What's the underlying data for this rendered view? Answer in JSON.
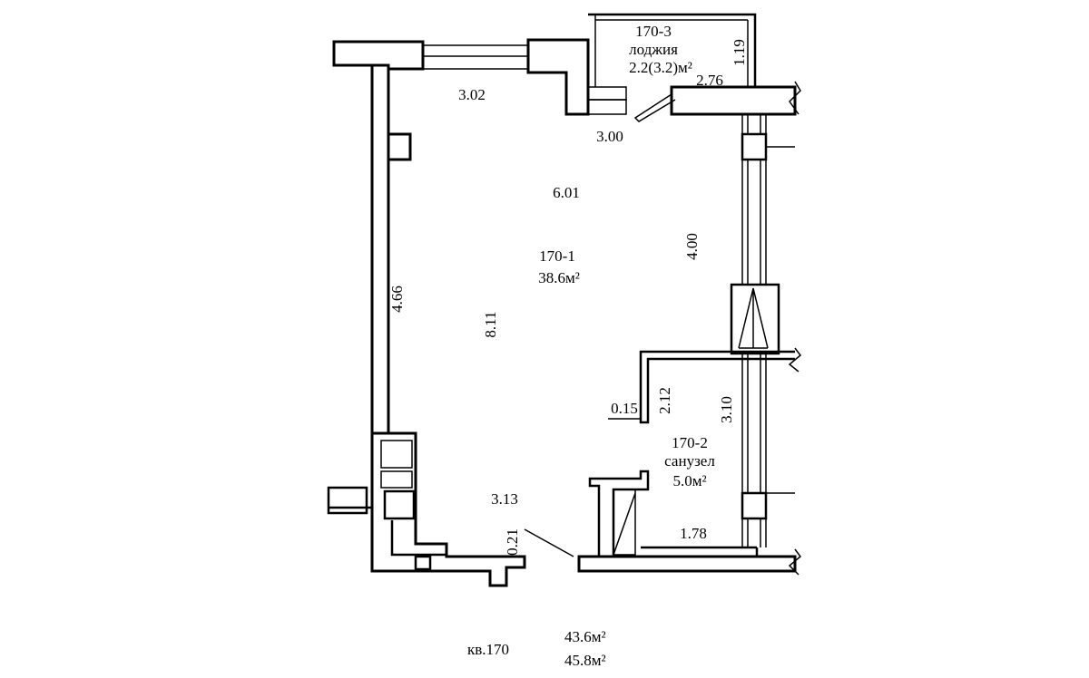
{
  "rooms": {
    "main": {
      "id": "170-1",
      "area": "38.6м²"
    },
    "bath": {
      "id": "170-2",
      "name": "санузел",
      "area": "5.0м²"
    },
    "loggia": {
      "id": "170-3",
      "name": "лоджия",
      "area": "2.2(3.2)м²"
    }
  },
  "dimensions": {
    "top_window": "3.02",
    "top_inner": "3.00",
    "room_depth": "6.01",
    "right_wall": "4.00",
    "left_wall": "4.66",
    "room_length": "8.11",
    "bottom_width": "3.13",
    "bottom_small": "0.21",
    "bath_width": "2.12",
    "bath_wall": "0.15",
    "bath_depth": "3.10",
    "bath_bottom": "1.78",
    "loggia_depth": "1.19",
    "loggia_width": "2.76"
  },
  "apartment": {
    "label": "кв.170",
    "area_living": "43.6м²",
    "area_total": "45.8м²"
  }
}
